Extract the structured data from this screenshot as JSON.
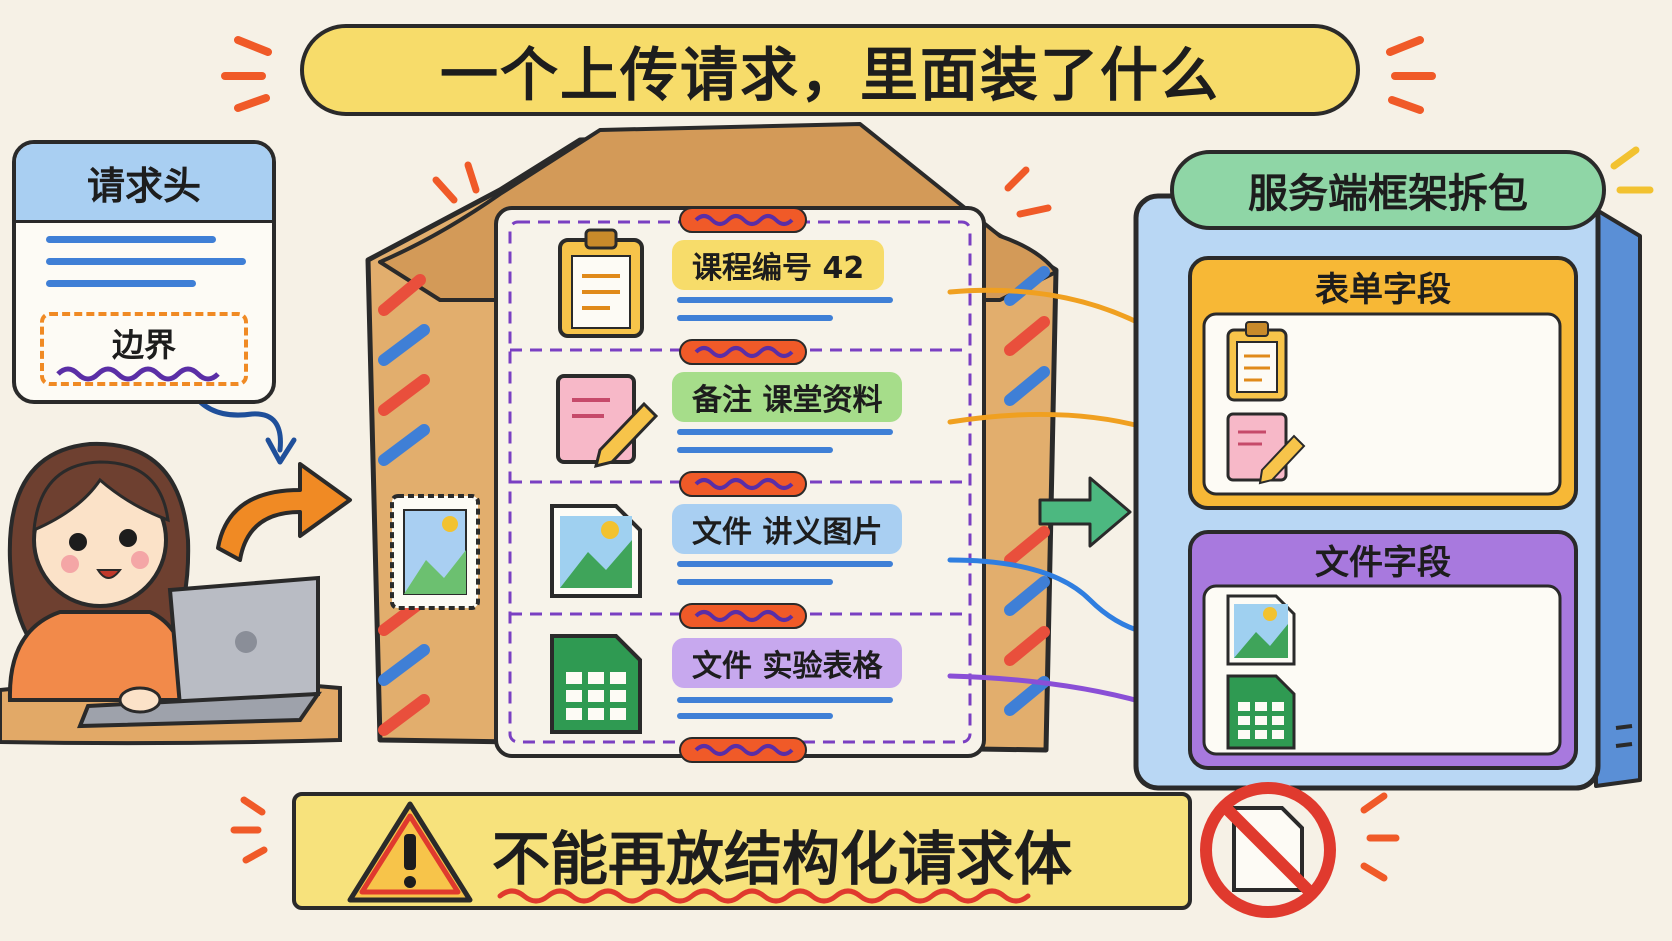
{
  "title": "一个上传请求，里面装了什么",
  "header_card": {
    "title": "请求头",
    "boundary_label": "边界"
  },
  "package": {
    "parts": [
      {
        "label": "课程编号 42",
        "icon": "clipboard-icon",
        "color": "#f7dc6a"
      },
      {
        "label": "备注 课堂资料",
        "icon": "note-pencil-icon",
        "color": "#a6dd8a"
      },
      {
        "label": "文件 讲义图片",
        "icon": "image-file-icon",
        "color": "#a9cff2"
      },
      {
        "label": "文件 实验表格",
        "icon": "spreadsheet-file-icon",
        "color": "#c7a8ee"
      }
    ]
  },
  "server": {
    "title": "服务端框架拆包",
    "form_fields_title": "表单字段",
    "file_fields_title": "文件字段"
  },
  "warning": {
    "text": "不能再放结构化请求体",
    "icon": "warning-triangle-icon",
    "no_icon": "no-document-icon"
  },
  "colors": {
    "accent_yellow": "#f7dc6a",
    "accent_green": "#8fd6a6",
    "accent_blue": "#a9cff2",
    "accent_purple": "#c7a8ee",
    "arrow_orange": "#f08a24",
    "arrow_blue": "#2f7ee0",
    "arrow_purple": "#8a4fd6",
    "warning_red": "#e03a2e"
  }
}
